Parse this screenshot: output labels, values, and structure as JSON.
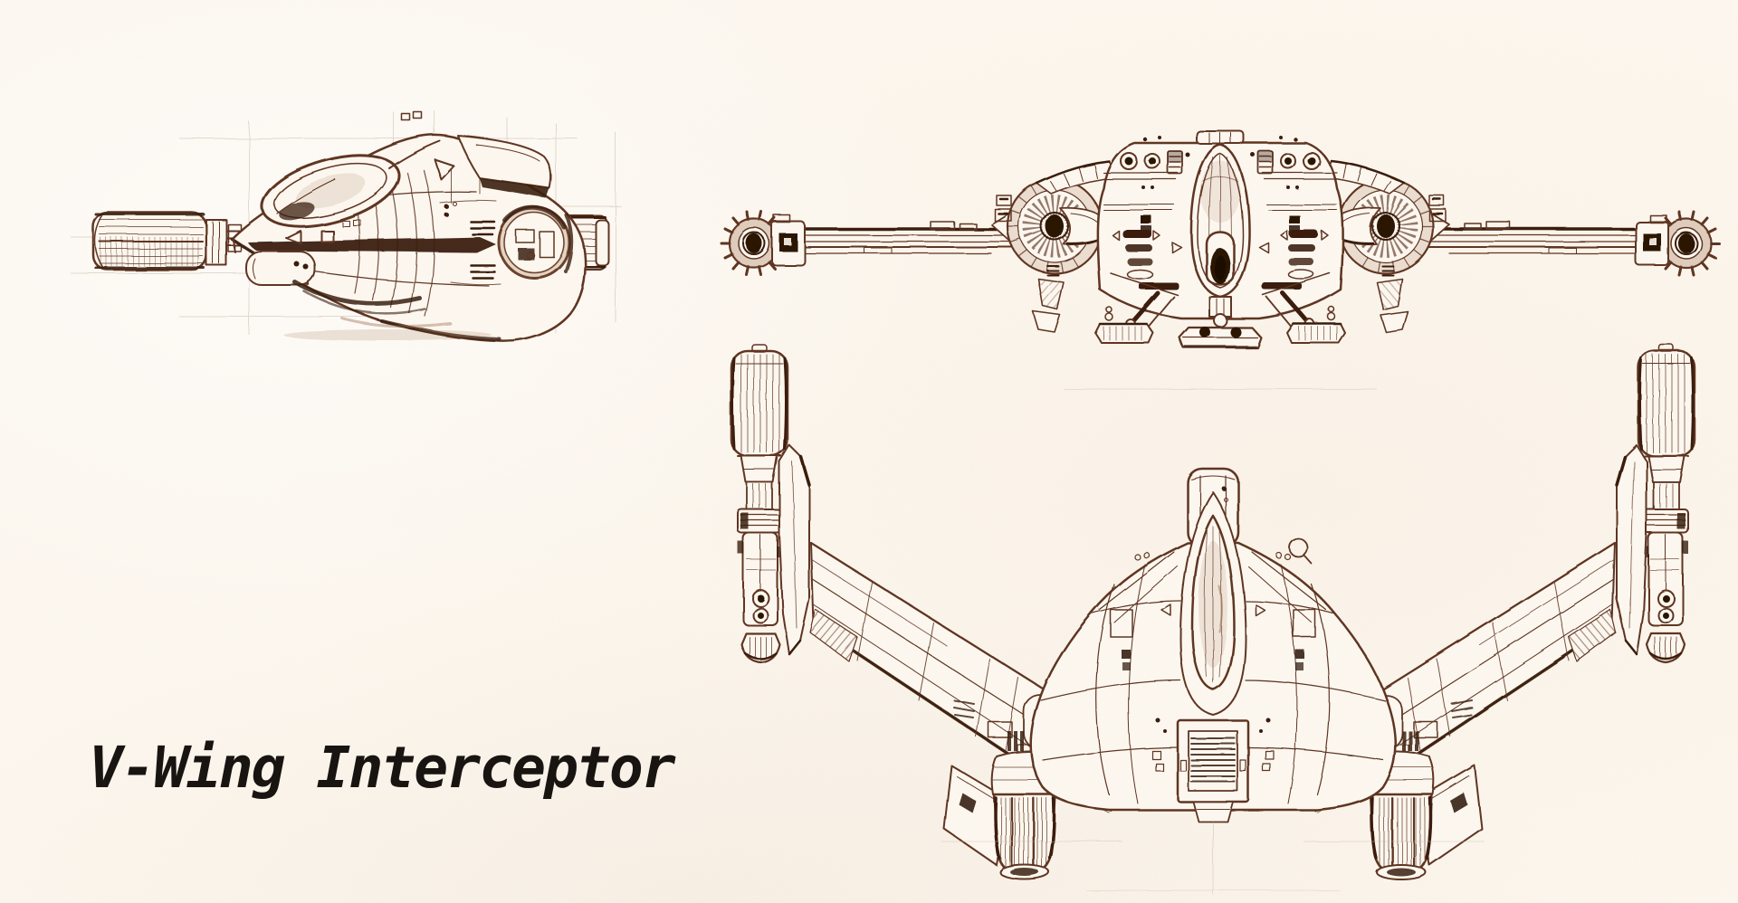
{
  "title": {
    "text": "V-Wing Interceptor"
  },
  "views": {
    "side": {
      "label": "side profile view sketch"
    },
    "front": {
      "label": "front view sketch"
    },
    "top": {
      "label": "top view sketch"
    }
  },
  "colors": {
    "paper": "#fdf8f0",
    "ink": "#5e3423",
    "ink_dark": "#3a1e0e",
    "ink_deep": "#2a1206",
    "wash": "#9a6a48",
    "guide": "#cdbfae",
    "title_text": "#181411"
  }
}
